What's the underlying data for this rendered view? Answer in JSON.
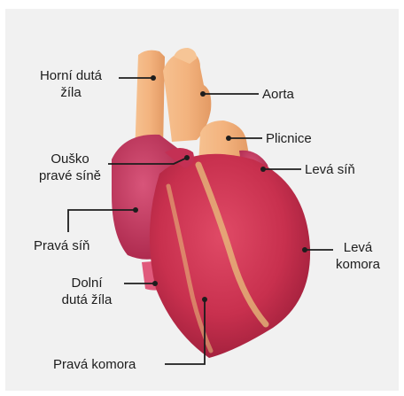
{
  "labels": {
    "horni_duta_zila": "Horní dutá\nžíla",
    "aorta": "Aorta",
    "plicnice": "Plicnice",
    "ousko_prave_sine": "Ouško\npravé síně",
    "leva_sin": "Levá síň",
    "prava_sin": "Pravá síň",
    "leva_komora": "Levá\nkomora",
    "dolni_duta_zila": "Dolní\ndutá žíla",
    "prava_komora": "Pravá komora"
  },
  "colors": {
    "background": "#f1f1f1",
    "ventricle": "#c8304e",
    "atrium": "#c73a5e",
    "vessels": "#f3b37e",
    "leader_line": "#1d1d1d"
  }
}
